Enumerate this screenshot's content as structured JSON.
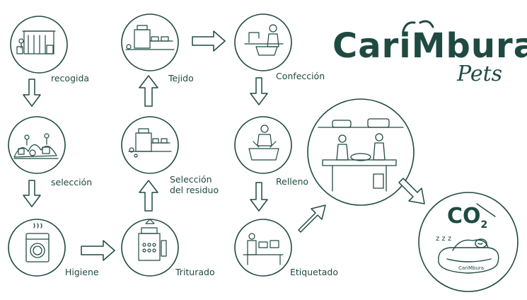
{
  "brand": {
    "name": "CariMbura",
    "sub": "Pets"
  },
  "steps": [
    {
      "id": "recogida",
      "label": "recogida"
    },
    {
      "id": "seleccion",
      "label": "selección"
    },
    {
      "id": "higiene",
      "label": "Higiene"
    },
    {
      "id": "triturado",
      "label": "Triturado"
    },
    {
      "id": "seleccion-residuo",
      "label": "Selección\ndel residuo"
    },
    {
      "id": "tejido",
      "label": "Tejido"
    },
    {
      "id": "confeccion",
      "label": "Confección"
    },
    {
      "id": "relleno",
      "label": "Relleno"
    },
    {
      "id": "etiquetado",
      "label": "Etiquetado"
    }
  ],
  "final": {
    "co2_text": "CO",
    "co2_sub": "2",
    "sleep": "z z z",
    "bed_tag": "CariMbura"
  },
  "colors": {
    "primary": "#1f4a42",
    "arrow_fill": "#ffffff"
  },
  "icons": {
    "recogida": "recycling-center-icon",
    "seleccion": "waste-pile-icon",
    "higiene": "washing-machine-icon",
    "triturado": "shredder-machine-icon",
    "seleccion-residuo": "sorting-machine-icon",
    "tejido": "weaving-machine-icon",
    "confeccion": "sewing-worker-icon",
    "relleno": "filling-worker-icon",
    "etiquetado": "labeling-worker-icon",
    "shop": "pet-shop-icon",
    "final": "sleeping-dog-icon"
  }
}
